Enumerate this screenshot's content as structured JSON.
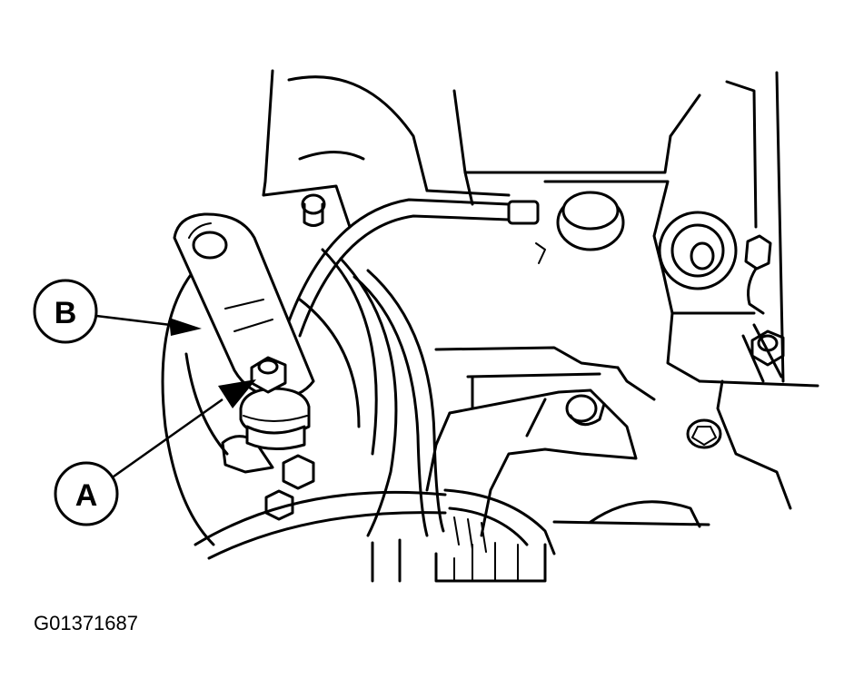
{
  "diagram": {
    "callouts": [
      {
        "label": "B",
        "color": "#000000"
      },
      {
        "label": "A",
        "color": "#000000"
      }
    ],
    "figure_id": "G01371687"
  },
  "colors": {
    "line": "#000000",
    "background": "#ffffff"
  }
}
